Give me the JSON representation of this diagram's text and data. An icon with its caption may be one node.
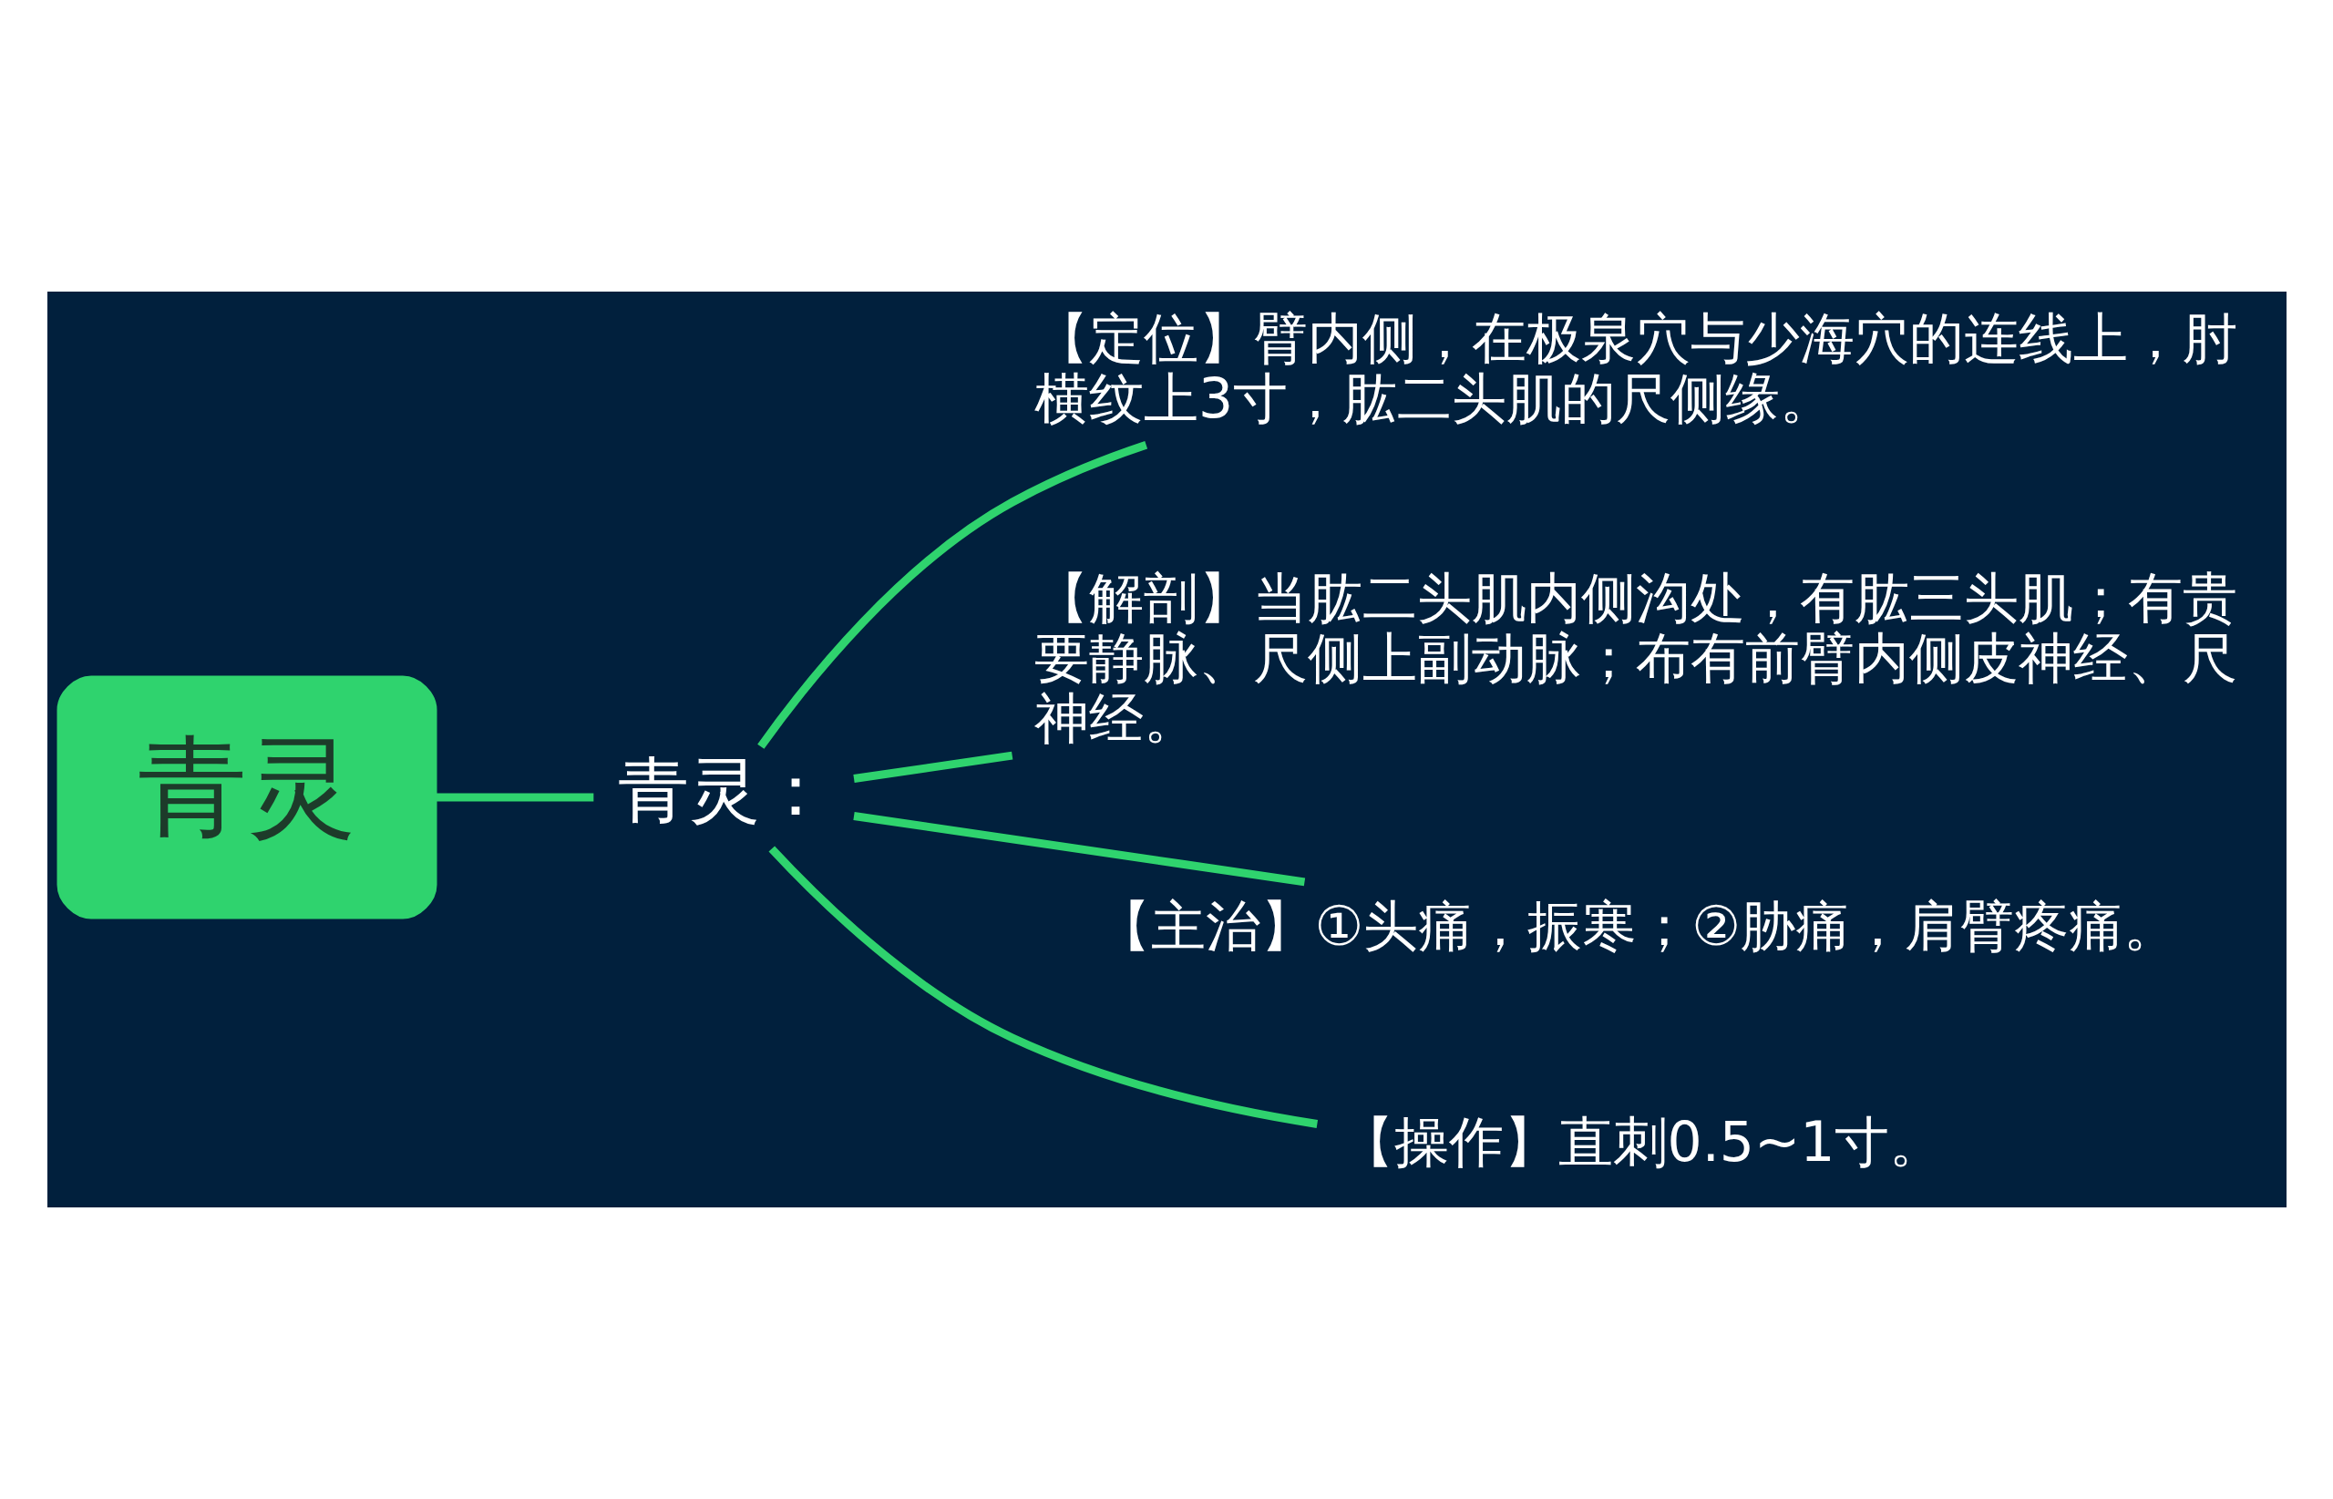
{
  "diagram": {
    "nodes": [
      {
        "text": [
          "青灵"
        ]
      },
      {
        "text": [
          "青灵："
        ]
      },
      {
        "text": [
          "【定位】臂内侧，在极泉穴与少海穴的连线上，肘横纹上3寸，肱二头肌的尺侧缘。"
        ]
      },
      {
        "text": [
          "【解剖】当肱二头肌内侧沟处，有肱三头肌；有贵要静脉、尺侧上副动脉；布有前臂内侧皮神经、尺神经。"
        ]
      },
      {
        "text": [
          "【主治】①头痛，振寒；②胁痛，肩臂疼痛。"
        ]
      },
      {
        "text": [
          "【操作】直刺0.5~1寸。"
        ]
      }
    ],
    "edges": [
      {
        "from": 0,
        "to": 1,
        "arrow": "none"
      },
      {
        "from": 1,
        "to": 2,
        "arrow": "none"
      },
      {
        "from": 1,
        "to": 3,
        "arrow": "none"
      },
      {
        "from": 1,
        "to": 4,
        "arrow": "none"
      },
      {
        "from": 1,
        "to": 5,
        "arrow": "none"
      }
    ]
  }
}
